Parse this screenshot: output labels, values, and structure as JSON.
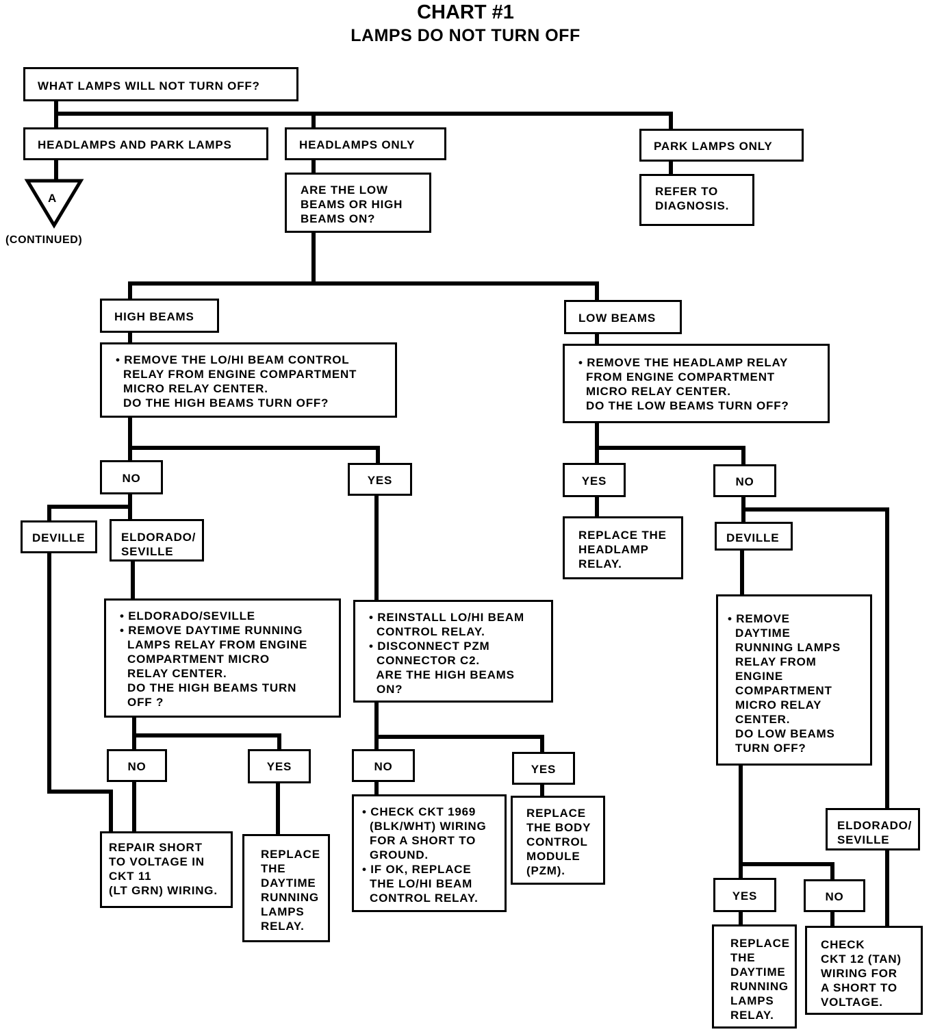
{
  "title": "CHART #1",
  "subtitle": "LAMPS DO NOT TURN OFF",
  "nodes": {
    "q_start": "WHAT LAMPS WILL NOT TURN OFF?",
    "opt_head_park": "HEADLAMPS AND PARK LAMPS",
    "opt_head_only": "HEADLAMPS ONLY",
    "opt_park_only": "PARK LAMPS ONLY",
    "refer_diag": "REFER TO\nDIAGNOSIS.",
    "connector_label": "A",
    "continued_label": "(CONTINUED)",
    "q_low_high": "ARE THE LOW\nBEAMS OR HIGH\nBEAMS ON?",
    "high_beams": "HIGH BEAMS",
    "low_beams": "LOW BEAMS",
    "step_remove_lohi": "• REMOVE THE LO/HI BEAM CONTROL\n  RELAY FROM ENGINE COMPARTMENT\n  MICRO RELAY CENTER.\n  DO THE HIGH BEAMS TURN OFF?",
    "step_remove_headlamp_relay": "• REMOVE THE HEADLAMP RELAY\n  FROM ENGINE COMPARTMENT\n  MICRO RELAY CENTER.\n  DO THE LOW BEAMS TURN OFF?",
    "hb_no": "NO",
    "hb_yes": "YES",
    "lb_yes": "YES",
    "lb_no": "NO",
    "hb_deville": "DEVILLE",
    "hb_eldorado": "ELDORADO/\nSEVILLE",
    "replace_headlamp_relay": "REPLACE THE\nHEADLAMP\nRELAY.",
    "lb_deville": "DEVILLE",
    "step_eldorado_drl": "• ELDORADO/SEVILLE\n• REMOVE DAYTIME RUNNING\n  LAMPS RELAY FROM ENGINE\n  COMPARTMENT MICRO\n  RELAY CENTER.\n  DO THE HIGH BEAMS TURN\n  OFF ?",
    "step_reinstall": "• REINSTALL LO/HI BEAM\n  CONTROL RELAY.\n• DISCONNECT PZM\n  CONNECTOR C2.\n  ARE THE HIGH BEAMS\n  ON?",
    "step_lb_drl": "• REMOVE\n  DAYTIME\n  RUNNING LAMPS\n  RELAY FROM\n  ENGINE\n  COMPARTMENT\n  MICRO RELAY\n  CENTER.\n  DO LOW BEAMS\n  TURN OFF?",
    "e_no": "NO",
    "e_yes": "YES",
    "r_no": "NO",
    "r_yes": "YES",
    "repair_short": "REPAIR SHORT\nTO VOLTAGE IN\nCKT 11\n(LT GRN) WIRING.",
    "replace_drl_1": "REPLACE\nTHE\nDAYTIME\nRUNNING\nLAMPS\nRELAY.",
    "check_ckt1969": "• CHECK CKT 1969\n  (BLK/WHT) WIRING\n  FOR A SHORT TO\n  GROUND.\n• IF OK, REPLACE\n  THE LO/HI BEAM\n  CONTROL RELAY.",
    "replace_bcm": "REPLACE\nTHE BODY\nCONTROL\nMODULE\n(PZM).",
    "lb_eldorado": "ELDORADO/\nSEVILLE",
    "lb2_yes": "YES",
    "lb2_no": "NO",
    "replace_drl_2": "REPLACE\nTHE\nDAYTIME\nRUNNING\nLAMPS\nRELAY.",
    "check_ckt12": "CHECK\nCKT 12 (TAN)\nWIRING FOR\nA SHORT TO\nVOLTAGE."
  }
}
